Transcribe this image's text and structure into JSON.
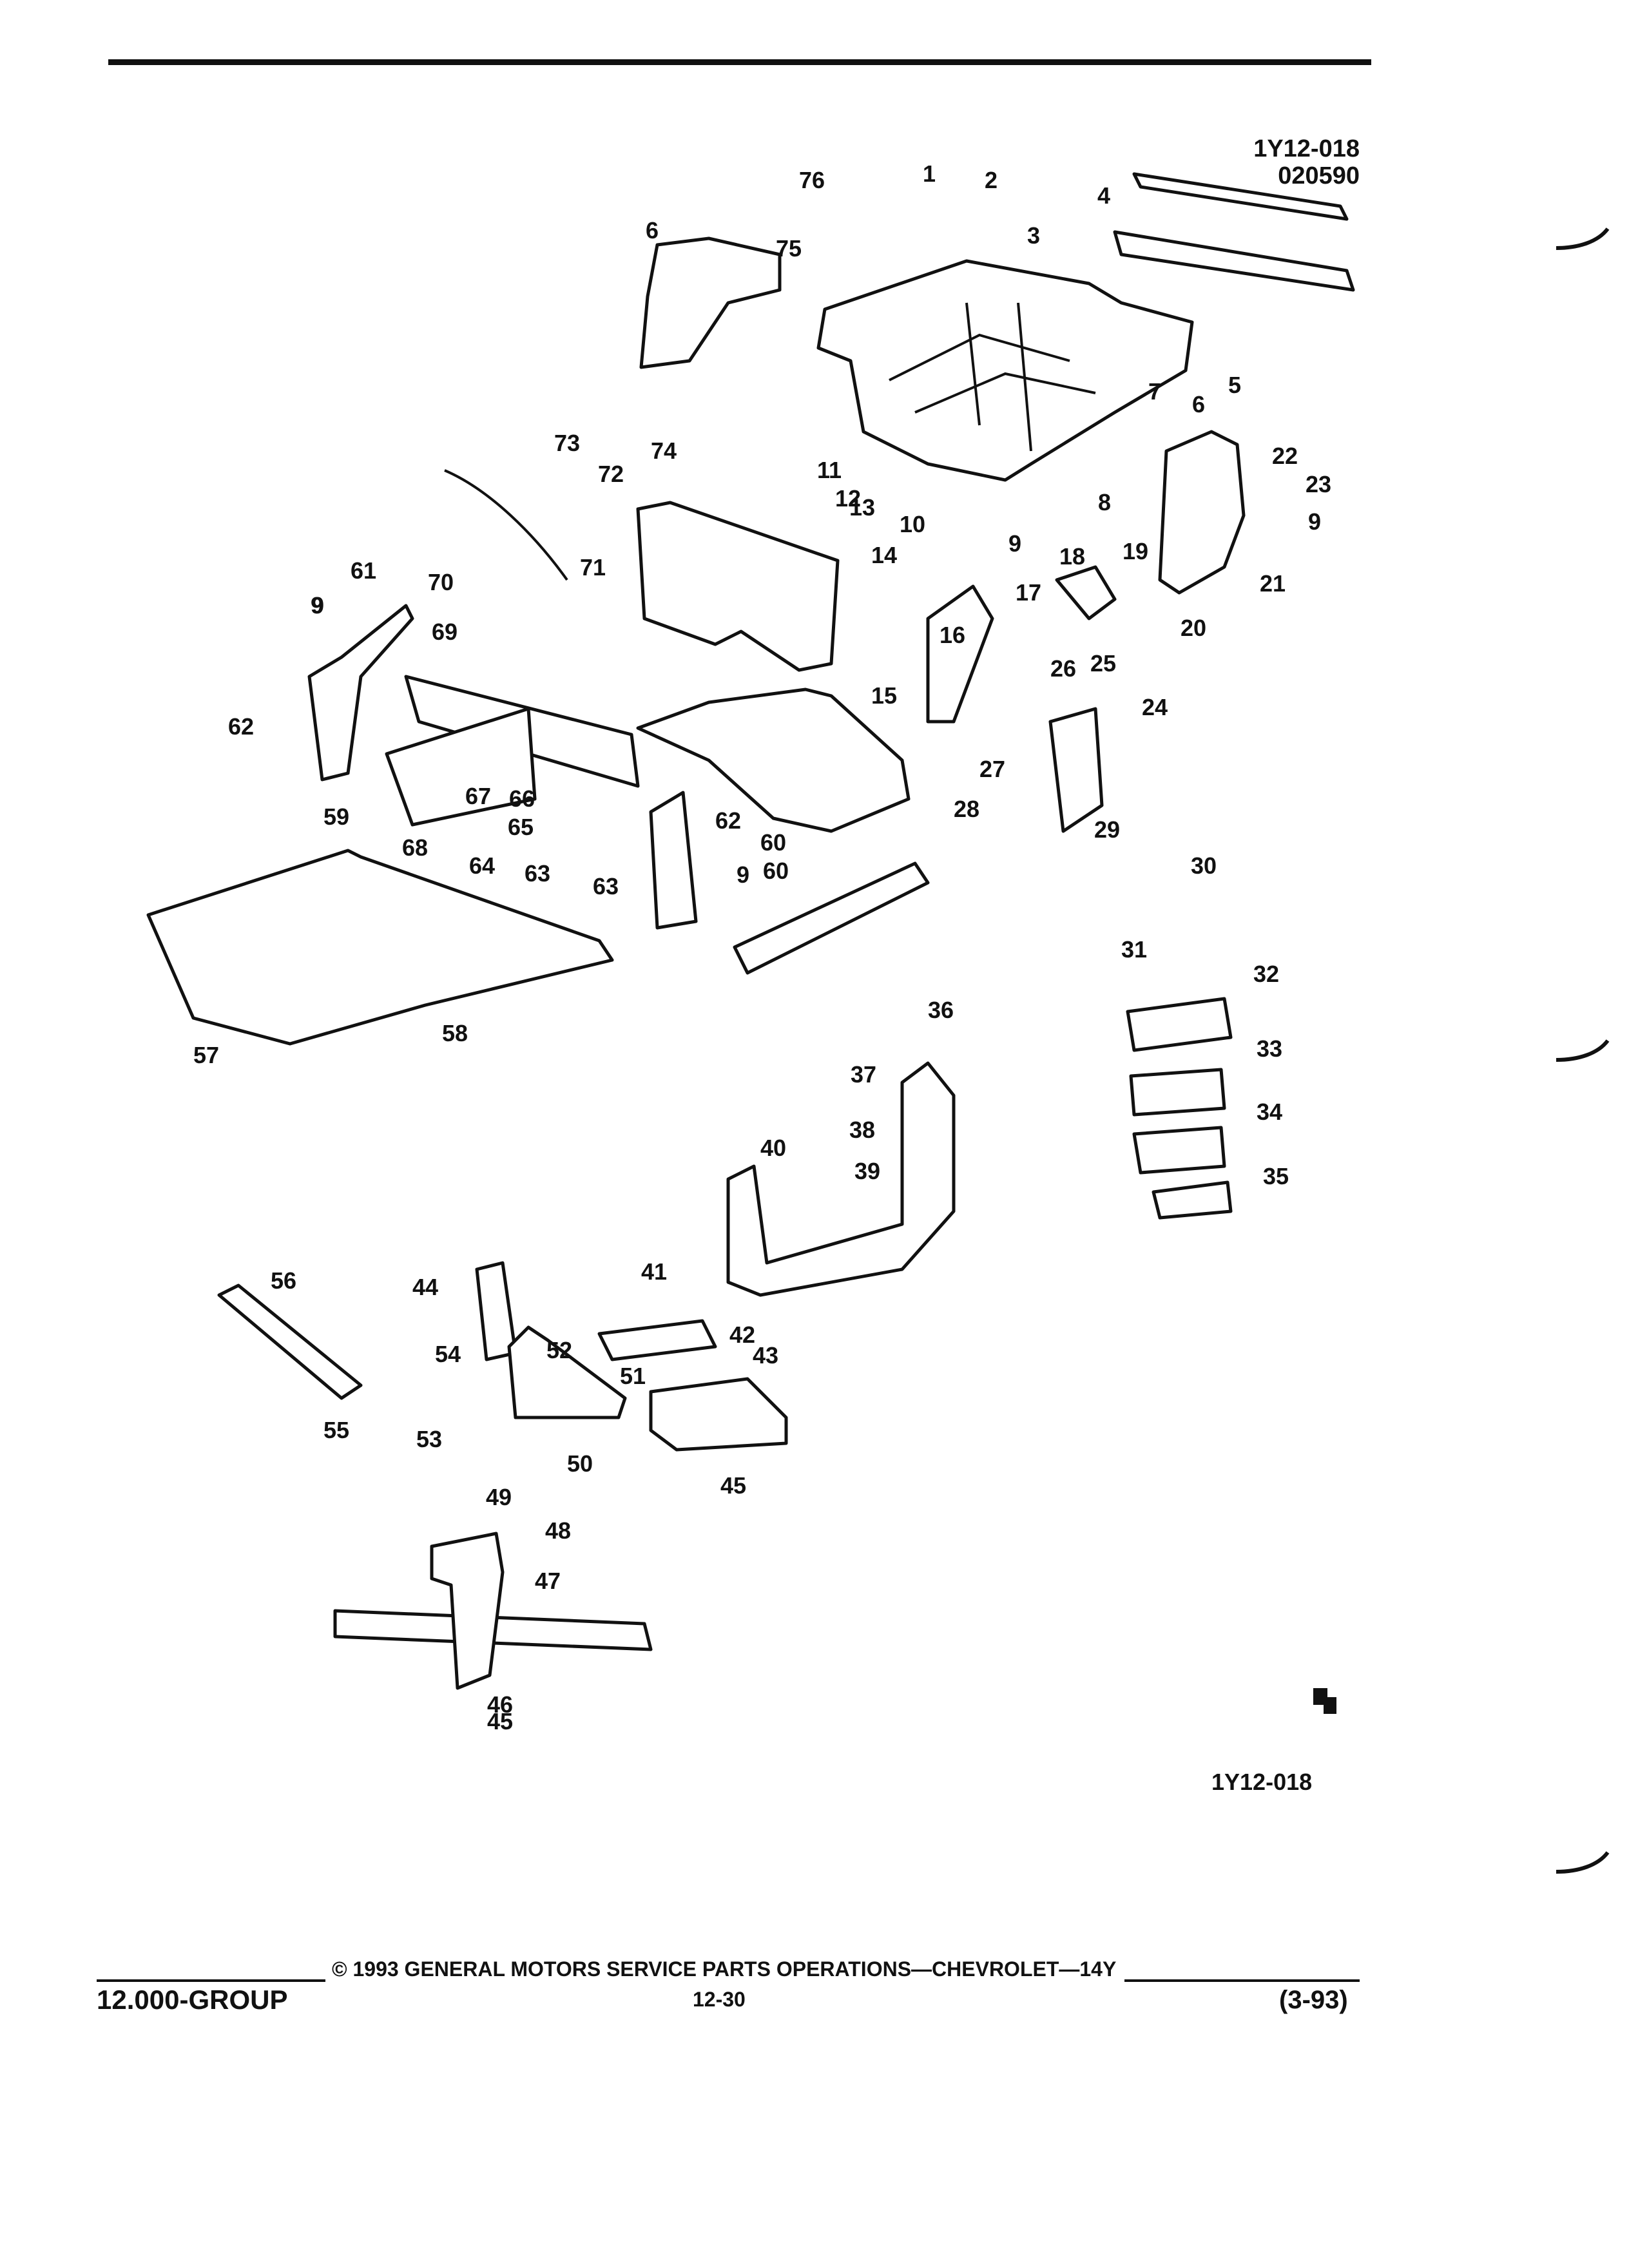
{
  "header": {
    "code": "1Y12-018",
    "date": "020590"
  },
  "figure_id": "1Y12-018",
  "footer": {
    "copyright": "© 1993 GENERAL MOTORS SERVICE PARTS OPERATIONS—CHEVROLET—14Y",
    "group": "12.000-GROUP",
    "page": "12-30",
    "revision": "(3-93)"
  },
  "callouts": [
    "1",
    "2",
    "3",
    "4",
    "5",
    "6",
    "6",
    "7",
    "8",
    "9",
    "9",
    "9",
    "9",
    "9",
    "10",
    "11",
    "12",
    "13",
    "14",
    "15",
    "16",
    "17",
    "18",
    "19",
    "20",
    "21",
    "22",
    "23",
    "24",
    "25",
    "26",
    "27",
    "28",
    "29",
    "30",
    "31",
    "32",
    "33",
    "34",
    "35",
    "36",
    "37",
    "38",
    "39",
    "40",
    "41",
    "42",
    "43",
    "44",
    "45",
    "45",
    "46",
    "47",
    "48",
    "49",
    "50",
    "51",
    "52",
    "53",
    "54",
    "55",
    "56",
    "57",
    "58",
    "59",
    "60",
    "60",
    "61",
    "62",
    "62",
    "63",
    "63",
    "64",
    "65",
    "66",
    "67",
    "68",
    "69",
    "70",
    "71",
    "72",
    "73",
    "74",
    "75",
    "76"
  ]
}
